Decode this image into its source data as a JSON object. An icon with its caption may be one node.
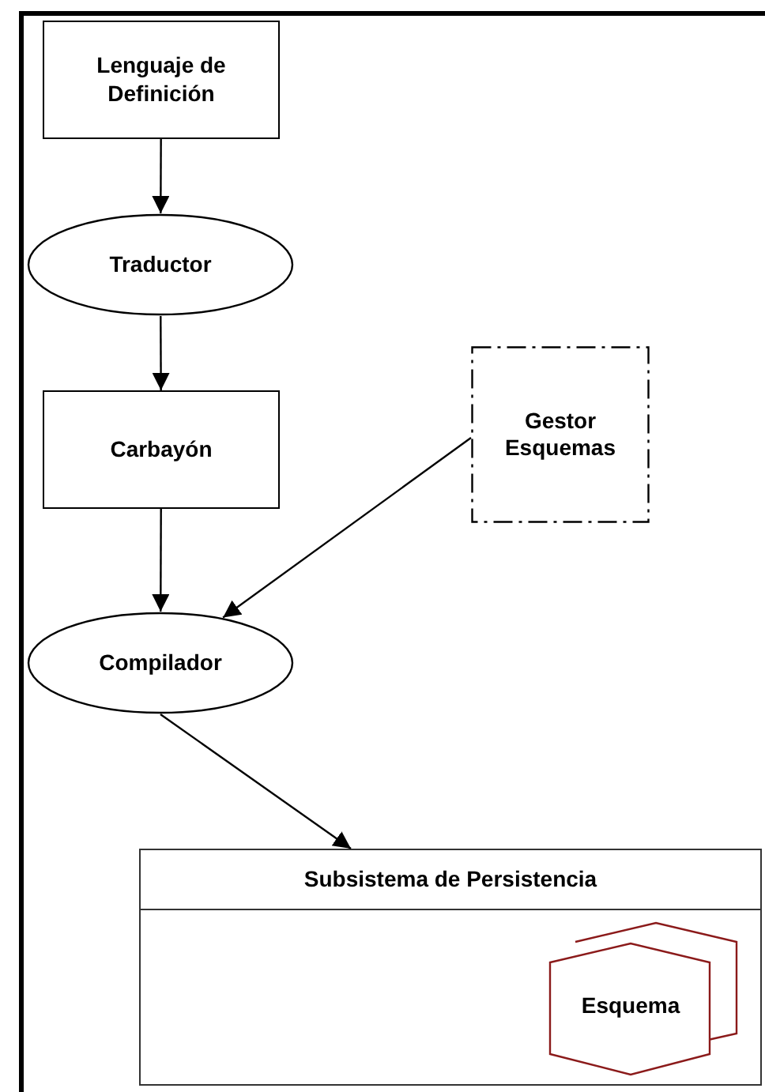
{
  "diagram": {
    "nodes": [
      {
        "text": [
          "Lenguaje de Definición"
        ]
      },
      {
        "text": [
          "Traductor"
        ]
      },
      {
        "text": [
          "Carbayón"
        ]
      },
      {
        "text": [
          "Gestor Esquemas"
        ]
      },
      {
        "text": [
          "Compilador"
        ]
      },
      {
        "text": [
          "Subsistema de Persistencia"
        ]
      },
      {
        "text": [
          "Esquema"
        ],
        "in": 5
      }
    ],
    "edges": [
      {
        "from": 0,
        "to": 1,
        "arrow": "to"
      },
      {
        "from": 1,
        "to": 2,
        "arrow": "to"
      },
      {
        "from": 2,
        "to": 4,
        "arrow": "to"
      },
      {
        "from": 3,
        "to": 4,
        "arrow": "to"
      },
      {
        "from": 4,
        "to": 5,
        "arrow": "to"
      }
    ]
  }
}
